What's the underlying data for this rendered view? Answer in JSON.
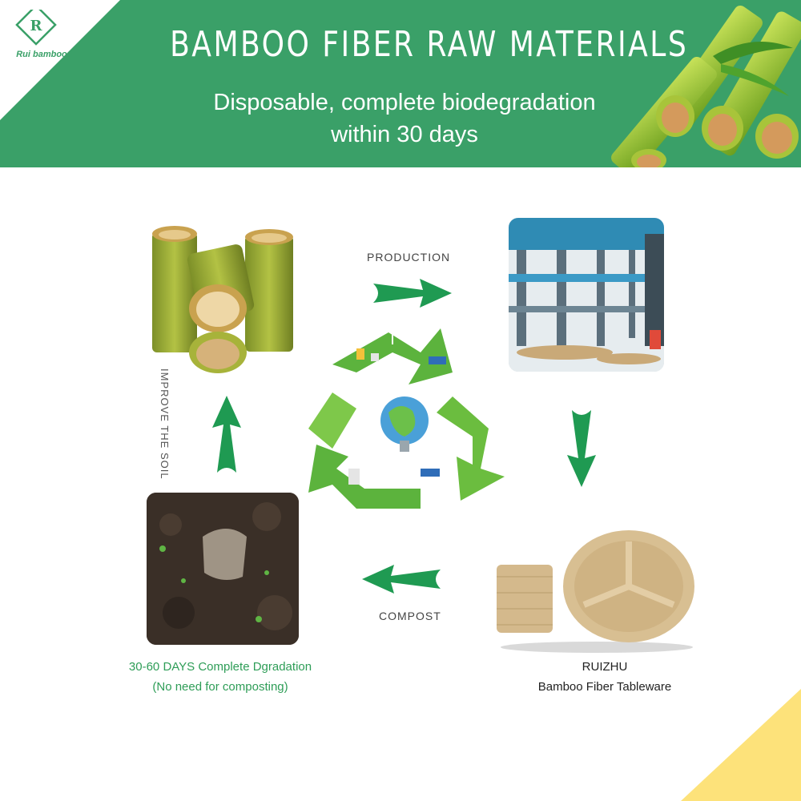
{
  "brand": {
    "logo_text": "Rui bamboo"
  },
  "header": {
    "title": "BAMBOO FIBER RAW MATERIALS",
    "subtitle_line1": "Disposable, complete biodegradation",
    "subtitle_line2": "within 30 days"
  },
  "cycle": {
    "production_label": "PRODUCTION",
    "compost_label": "COMPOST",
    "improve_label": "IMPROVE THE SOIL"
  },
  "captions": {
    "degradation_line1": "30-60 DAYS Complete Dgradation",
    "degradation_line2": "(No need for composting)",
    "product_line1": "RUIZHU",
    "product_line2": "Bamboo Fiber Tableware"
  },
  "colors": {
    "brand_green": "#3aa068",
    "arrow_green": "#1f9a52",
    "accent_yellow": "#fde27a"
  }
}
